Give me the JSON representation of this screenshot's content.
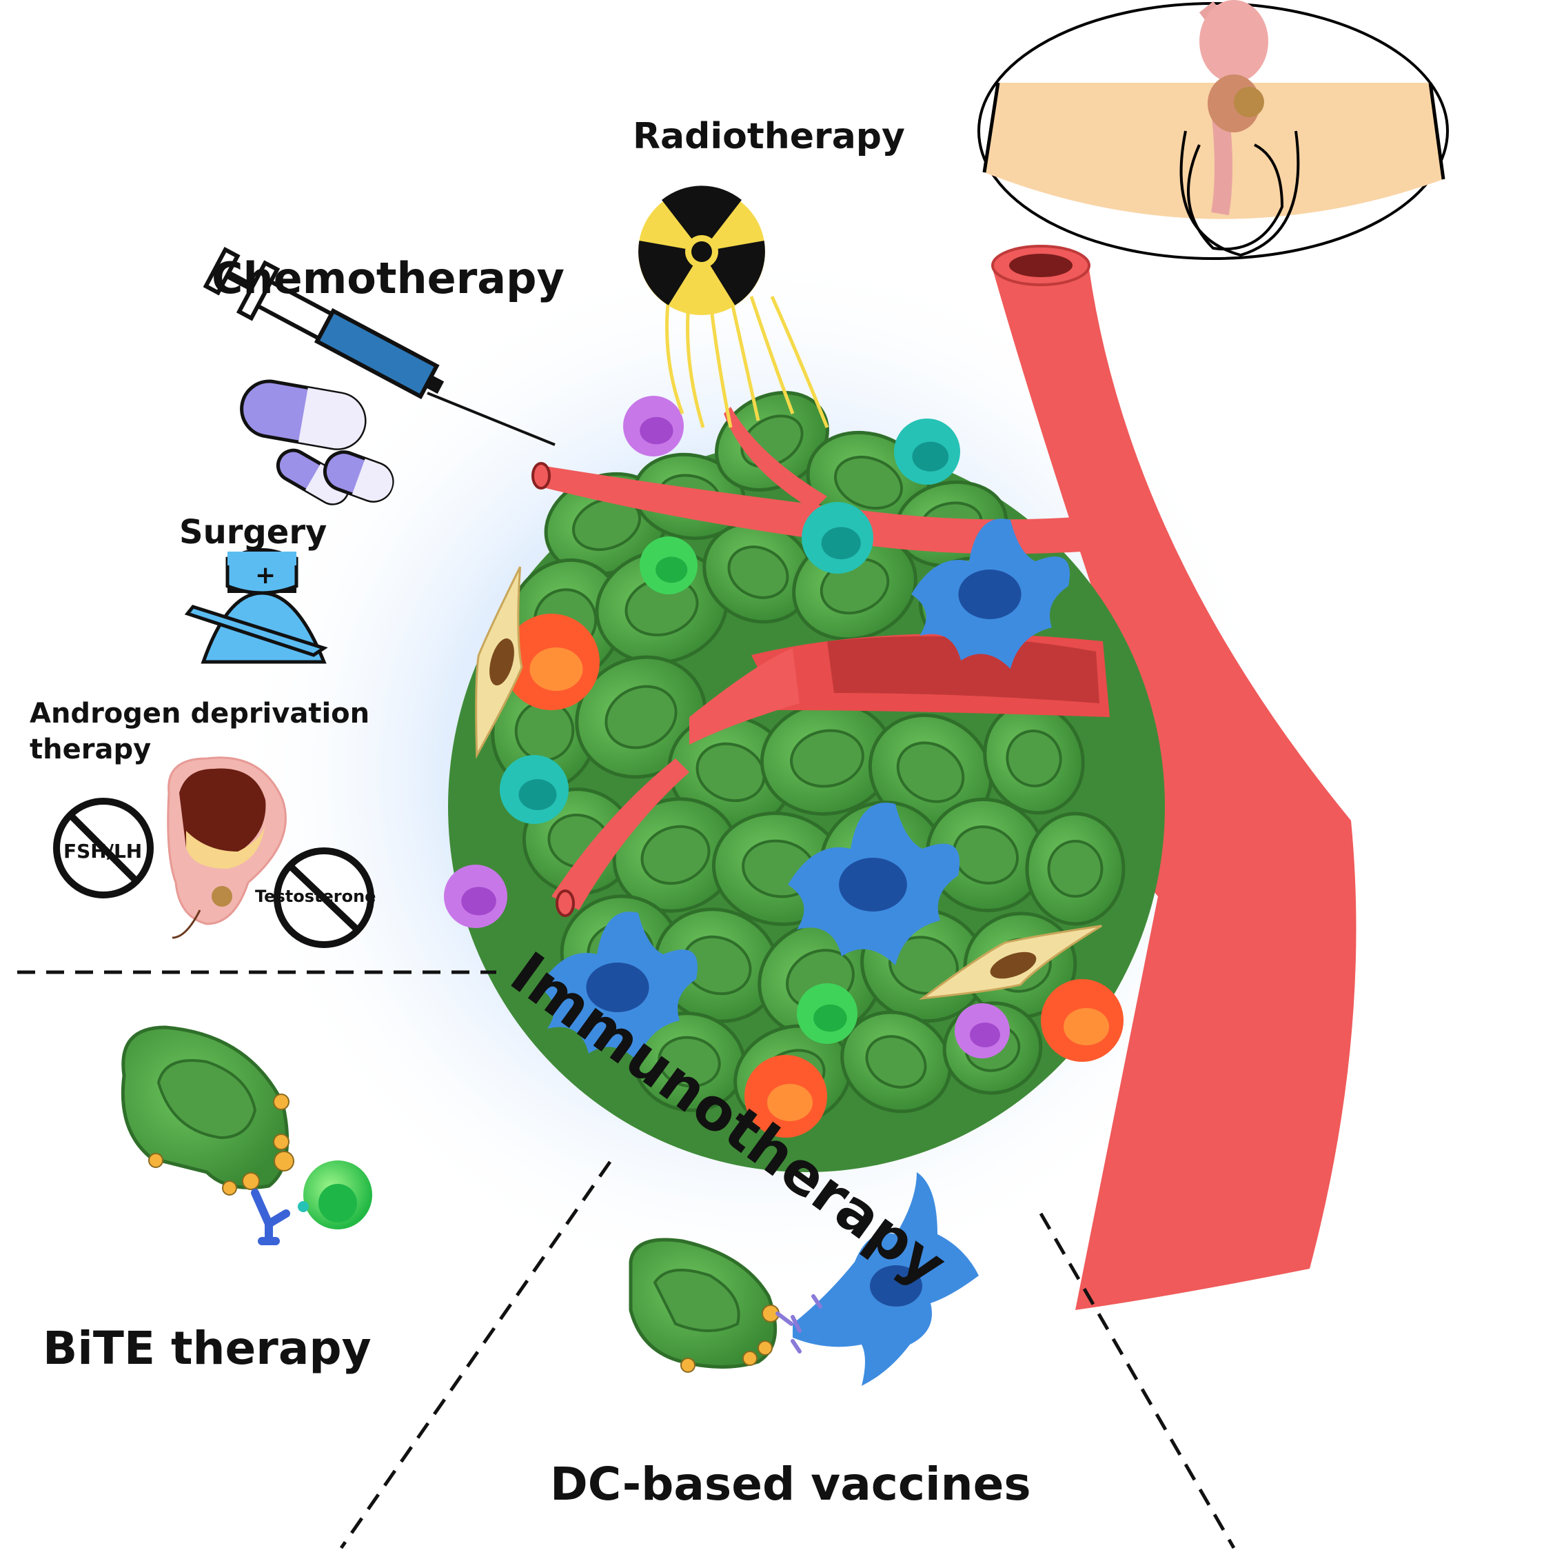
{
  "labels": {
    "radiotherapy": "Radiotherapy",
    "chemotherapy": "Chemotherapy",
    "surgery": "Surgery",
    "adt_line1": "Androgen deprivation",
    "adt_line2": "therapy",
    "fsh_lh": "FSH/LH",
    "testosterone": "Testosterone",
    "immunotherapy": "Immunotherapy",
    "bite": "BiTE therapy",
    "dc_vaccines": "DC-based vaccines"
  },
  "colors": {
    "tumor_cell": "#4f9e45",
    "tumor_cell_dark": "#2f6f2a",
    "vessel": "#f05a5a",
    "vessel_dark": "#8a2222",
    "dendritic_cell": "#3e8ce0",
    "dendritic_nucleus": "#1d4fa0",
    "t_cell": "#3fd35a",
    "macrophage": "#26c2b5",
    "neutrophil": "#c877e8",
    "red_cell": "#ff5a2e",
    "fibroblast": "#f2dfa0",
    "radiation_yellow": "#f5d94a",
    "skin": "#f9d4a5",
    "halo_blue": "#cfe3fb"
  },
  "icons": [
    "radiation-icon",
    "syringe-icon",
    "capsule-icon",
    "surgeon-icon",
    "prostate-icon",
    "prohibition-icon",
    "body-inset-icon"
  ]
}
